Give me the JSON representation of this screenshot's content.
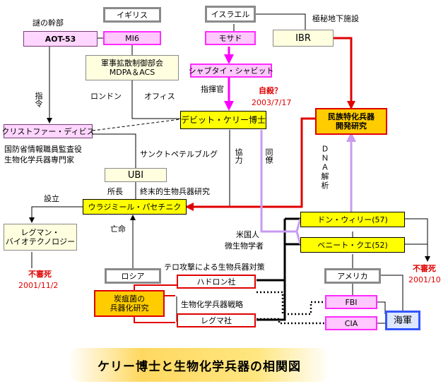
{
  "title": "ケリー博士と生物化学兵器の相関図",
  "nodes": {
    "aot53": "AOT-53",
    "igirisu": "イギリス",
    "mi6": "MI6",
    "israel": "イスラエル",
    "mossad": "モサド",
    "ibr": "IBR",
    "mdpa_line1": "軍事拡散制御部会",
    "mdpa_line2": "MDPA＆ACS",
    "shabtai": "シャブタイ・シャビット",
    "kelly": "デビット・ケリー博士",
    "ethnic_line1": "民族特化兵器",
    "ethnic_line2": "開発研究",
    "davies": "クリストファー・ディビス",
    "ubi": "UBI",
    "pasechnik": "ウラジミール・パセチニク",
    "regma_bio_line1": "レグマン・",
    "regma_bio_line2": "バイオテクノロジー",
    "wiley": "ドン・ウィリー(57)",
    "kue": "ベニート・クエ(52)",
    "russia": "ロシア",
    "anthrax_line1": "炭疽菌の",
    "anthrax_line2": "兵器化研究",
    "hadron": "ハドロン社",
    "regma": "レグマ社",
    "america": "アメリカ",
    "fbi": "FBI",
    "cia": "CIA",
    "navy": "海軍"
  },
  "labels": {
    "secret_exec": "謎の幹部",
    "shirei": "指令",
    "london": "ロンドン",
    "office": "オフィス",
    "commander": "指揮官",
    "suicide": "自殺？",
    "suicide_date": "2003/7/17",
    "secret_facility": "極秘地下施設",
    "davies_role1": "国防省情報職員監査役",
    "davies_role2": "生物化学兵器専門家",
    "st_petersburg": "サンクトペテルブルグ",
    "kyoryoku": "協力",
    "doryo": "同僚",
    "dna": "ＤＮＡ解析",
    "shocho": "所長",
    "doomsday": "終末的生物兵器研究",
    "setsuritsu": "設立",
    "bomei": "亡命",
    "unnatural_left": "不審死",
    "unnatural_left_date": "2001/11/2",
    "american_micro1": "米国人",
    "american_micro2": "微生物学者",
    "unnatural_right": "不審死",
    "unnatural_right_date": "2001/10",
    "terror_measures": "テロ攻撃による生物兵器対策",
    "bio_strategy": "生物化学兵器戦略"
  },
  "colors": {
    "red": "#e00000",
    "magenta": "#ff00ff",
    "lavender": "#c89bf0",
    "gray_border": "#8a8a8a",
    "navy_blue": "#3355ff"
  }
}
